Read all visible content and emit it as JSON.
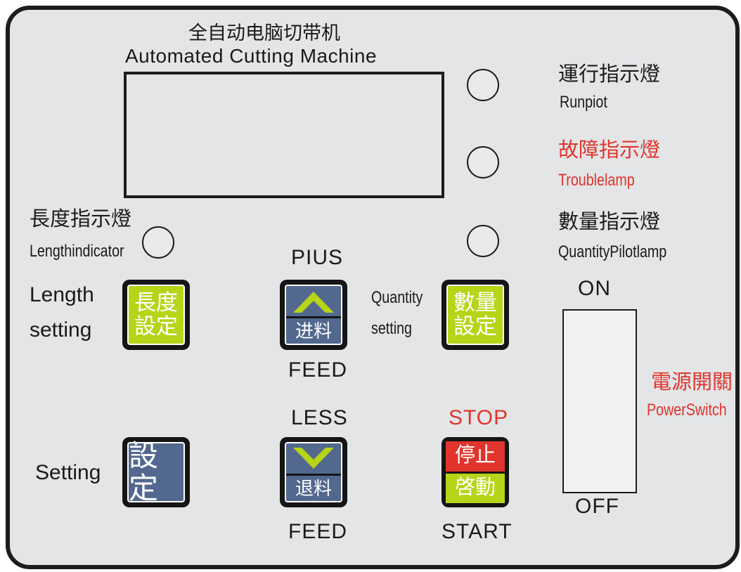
{
  "title_cn": "全自动电脑切带机",
  "title_en": "Automated Cutting Machine",
  "indicators": {
    "run": {
      "cn": "運行指示燈",
      "en": "Runpiot"
    },
    "trouble": {
      "cn": "故障指示燈",
      "en": "Troublelamp"
    },
    "quantity": {
      "cn": "數量指示燈",
      "en": "QuantityPilotlamp"
    },
    "length": {
      "cn": "長度指示燈",
      "en": "Lengthindicator"
    }
  },
  "buttons": {
    "length_setting": {
      "label_line1": "Length",
      "label_line2": "setting",
      "key_line1": "長度",
      "key_line2": "設定"
    },
    "plus_feed": {
      "top": "PIUS",
      "key_sub": "进料",
      "bottom": "FEED"
    },
    "quantity_setting": {
      "label_line1": "Quantity",
      "label_line2": "setting",
      "key_line1": "數量",
      "key_line2": "設定"
    },
    "setting": {
      "label": "Setting",
      "key": "設定"
    },
    "less_feed": {
      "top": "LESS",
      "key_sub": "退料",
      "bottom": "FEED"
    },
    "stop_start": {
      "top": "STOP",
      "key_top": "停止",
      "key_bottom": "啓動",
      "bottom": "START"
    }
  },
  "power": {
    "on": "ON",
    "off": "OFF",
    "cn": "電源開關",
    "en": "PowerSwitch"
  },
  "colors": {
    "panel": "#e4e5e7",
    "accent_red": "#e0342c",
    "key_green": "#b6d418",
    "key_blue": "#52688f"
  }
}
